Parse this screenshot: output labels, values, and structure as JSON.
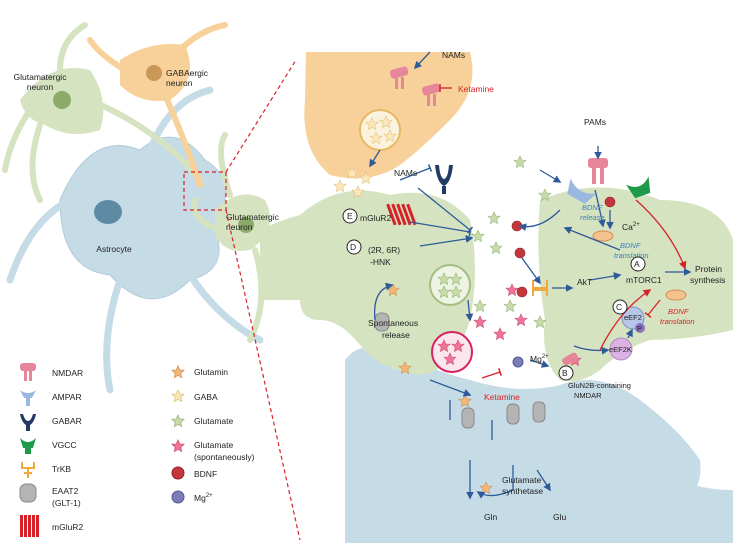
{
  "overview": {
    "glutamatergic_neuron_left": "Glutamatergic\nneuron",
    "gabaergic_neuron": "GABAergic\nneuron",
    "astrocyte": "Astrocyte",
    "glutamatergic_neuron_right": "Glutamatergic\nneuron"
  },
  "labels": {
    "nams_top": "NAMs",
    "ketamine_top": "Ketamine",
    "pams": "PAMs",
    "nams_mid": "NAMs",
    "mglur2_e": "mGluR2",
    "hnk_line1": "(2R, 6R)",
    "hnk_line2": "-HNK",
    "spontaneous_release_1": "Spontaneous",
    "spontaneous_release_2": "release",
    "bdnf_release_1": "BDNF",
    "bdnf_release_2": "release",
    "ca2": "Ca",
    "ca2_sup": "2+",
    "bdnf_translation_1": "BDNF",
    "bdnf_translation_2": "translation",
    "akt": "AkT",
    "mtorc1": "mTORC1",
    "protein_synthesis_1": "Protein",
    "protein_synthesis_2": "synthesis",
    "eef2": "eEF2",
    "p": "P",
    "eef2k": "eEF2K",
    "bdnf_translation_red_1": "BDNF",
    "bdnf_translation_red_2": "translation",
    "mg2": "Mg",
    "mg2_sup": "2+",
    "glun2b_1": "GluN2B-containing",
    "glun2b_2": "NMDAR",
    "ketamine_bottom": "Ketamine",
    "glutamate_synthetase_1": "Glutamate",
    "glutamate_synthetase_2": "synthetase",
    "gln": "Gln",
    "glu": "Glu"
  },
  "markers": {
    "a": "A",
    "b": "B",
    "c": "C",
    "d": "D",
    "e": "E"
  },
  "legend": {
    "left": [
      "NMDAR",
      "AMPAR",
      "GABAR",
      "VGCC",
      "TrKB",
      "EAAT2",
      "(GLT-1)",
      "mGluR2"
    ],
    "right": [
      "Glutamin",
      "GABA",
      "Glutamate",
      "Glutamate",
      "(spontaneously)",
      "BDNF",
      "Mg"
    ],
    "mg_sup": "2+"
  },
  "colors": {
    "neuron_green": "#d5e3c0",
    "gaba_orange": "#f8d19a",
    "astrocyte_blue": "#c5dbe6",
    "nmdar_pink": "#e7859b",
    "ampar_blue": "#9bb9e0",
    "gabar_navy": "#233a66",
    "vgcc_green": "#1f9a4a",
    "trkb_orange": "#f2a93b",
    "bdnf_red": "#c3373c",
    "mg_purple": "#7b7db7",
    "arrow_blue": "#2f5a9a",
    "inhibit_red": "#d6232a"
  }
}
